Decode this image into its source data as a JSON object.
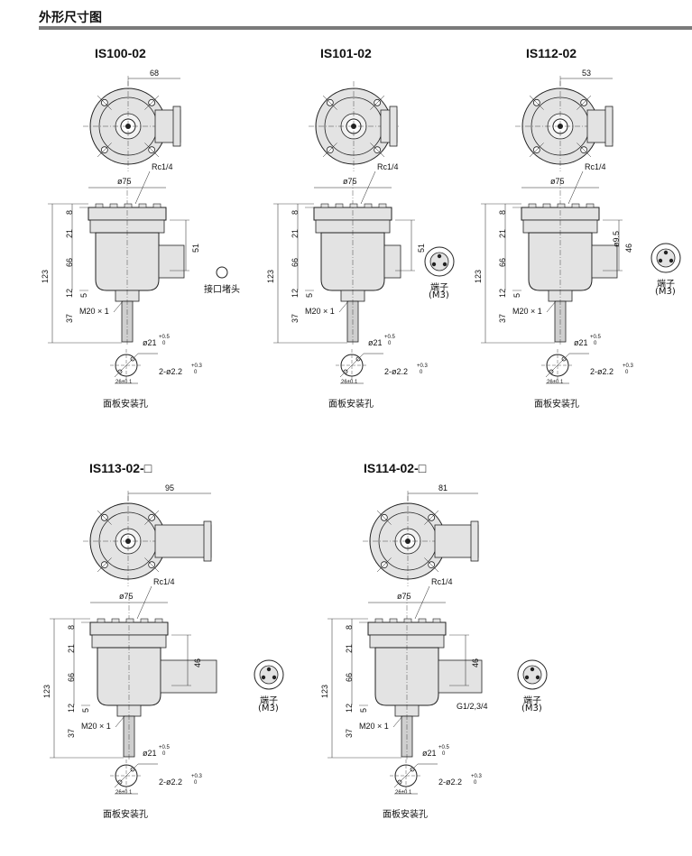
{
  "header": {
    "title": "外形尺寸图"
  },
  "models": [
    {
      "id": "IS100-02",
      "width_dim": "68",
      "side_label": "接口堵头",
      "right_dim": "51"
    },
    {
      "id": "IS101-02",
      "width_dim": "",
      "side_label": "端子",
      "side_sub": "(M3)",
      "right_dim": "51"
    },
    {
      "id": "IS112-02",
      "width_dim": "53",
      "side_label": "端子",
      "side_sub": "(M3)",
      "right_dim": "46",
      "extra_dim": "ø9.5"
    },
    {
      "id": "IS113-02-□",
      "width_dim": "95",
      "side_label": "端子",
      "side_sub": "(M3)",
      "right_dim": "46"
    },
    {
      "id": "IS114-02-□",
      "width_dim": "81",
      "side_label": "端子",
      "side_sub": "(M3)",
      "right_dim": "46",
      "extra_label": "G1/2,3/4"
    }
  ],
  "common": {
    "dia75": "ø75",
    "rc": "Rc1/4",
    "d8": "8",
    "d21": "21",
    "d66": "66",
    "d123": "123",
    "d12": "12",
    "d5": "5",
    "d37": "37",
    "m20": "M20 × 1",
    "hole_dia": "ø21",
    "hole_tol_plus": "+0.5",
    "hole_tol_zero": "0",
    "pin": "2-ø2.2",
    "pin_tol_plus": "+0.3",
    "pin_tol_zero": "0",
    "pitch": "26±0.1",
    "panel": "面板安装孔"
  },
  "colors": {
    "body": "#e3e3e3",
    "line": "#222222",
    "rule": "#7a7a7a"
  }
}
